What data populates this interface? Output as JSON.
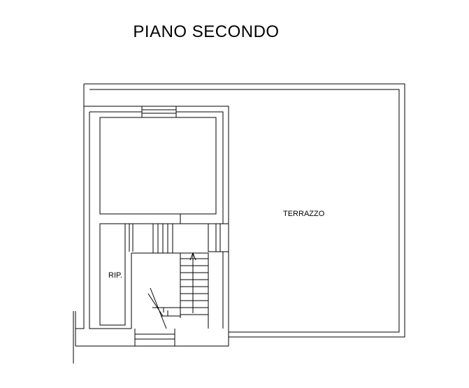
{
  "plan": {
    "title": "PIANO SECONDO",
    "rooms": [
      {
        "id": "terrazzo",
        "label": "TERRAZZO"
      },
      {
        "id": "ripostiglio",
        "label": "RIP."
      }
    ]
  }
}
